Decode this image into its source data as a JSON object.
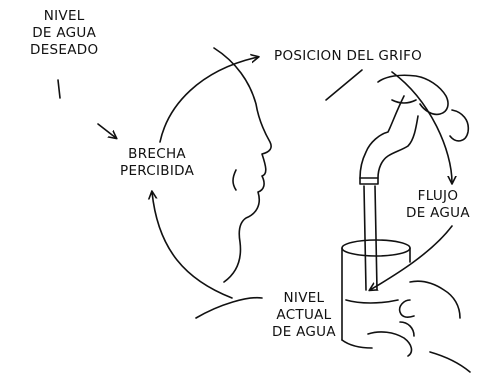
{
  "diagram": {
    "labels": {
      "desired_level": [
        "NIVEL",
        "DE AGUA",
        "DESEADO"
      ],
      "tap_position": [
        "POSICION DEL GRIFO"
      ],
      "perceived_gap": [
        "BRECHA",
        "PERCIBIDA"
      ],
      "water_flow": [
        "FLUJO",
        "DE AGUA"
      ],
      "actual_level": [
        "NIVEL",
        "ACTUAL",
        "DE AGUA"
      ]
    },
    "colors": {
      "ink": "#111111",
      "background": "#ffffff"
    }
  }
}
